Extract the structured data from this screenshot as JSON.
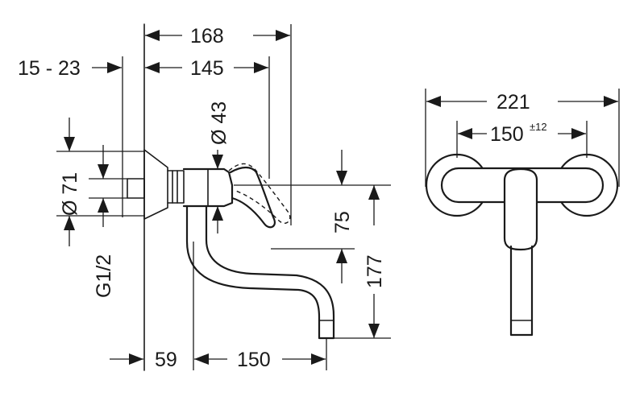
{
  "dimensions": {
    "overall_depth": "168",
    "lever_depth": "145",
    "wall_range": "15 - 23",
    "body_diameter": "Ø 43",
    "rosette_diameter": "Ø 71",
    "thread": "G1/2",
    "spout_clearance": "75",
    "spout_height": "177",
    "spout_offset": "59",
    "spout_reach": "150",
    "total_width": "221",
    "center_distance": "150",
    "center_tolerance": "±12"
  }
}
